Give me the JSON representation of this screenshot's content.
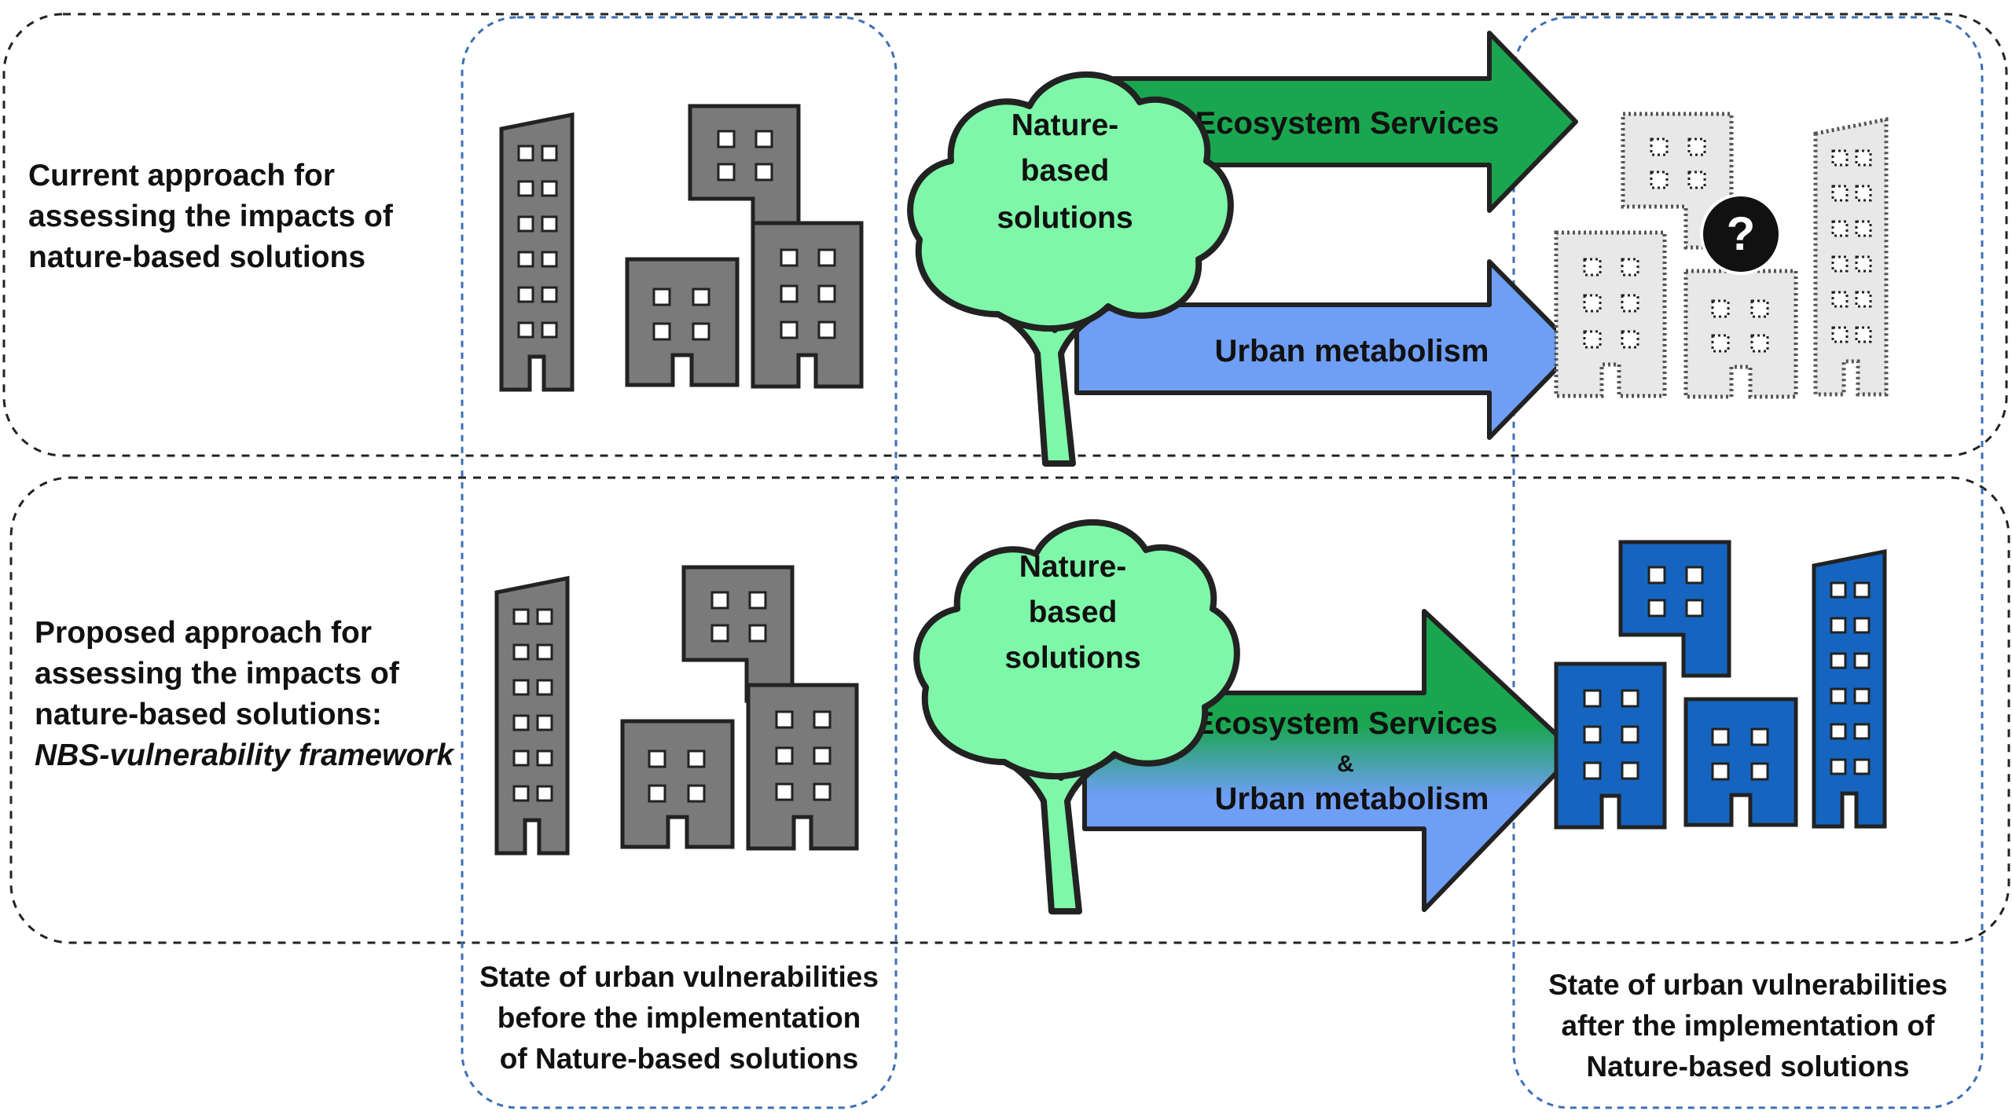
{
  "rows": {
    "current": {
      "label_lines": [
        "Current approach for",
        "assessing the impacts of",
        "nature-based solutions"
      ],
      "tree_lines": [
        "Nature-",
        "based",
        "solutions"
      ],
      "arrow_ecosystem": "Ecosystem Services",
      "arrow_metabolism": "Urban metabolism",
      "outcome_symbol": "?"
    },
    "proposed": {
      "label_lines": [
        "Proposed approach for",
        "assessing the impacts of",
        "nature-based solutions:"
      ],
      "label_italic": "NBS-vulnerability framework",
      "tree_lines": [
        "Nature-",
        "based",
        "solutions"
      ],
      "arrow_ecosystem": "Ecosystem Services",
      "arrow_ampersand": "&",
      "arrow_metabolism": "Urban metabolism"
    }
  },
  "captions": {
    "before_lines": [
      "State of urban vulnerabilities",
      "before the implementation",
      "of Nature-based solutions"
    ],
    "after_lines": [
      "State of urban vulnerabilities",
      "after the implementation of",
      "Nature-based solutions"
    ]
  },
  "colors": {
    "building_gray": "#7a7a7a",
    "building_faded": "#e8e8e8",
    "building_blue": "#1565c0",
    "tree_fill": "#7ef7a8",
    "arrow_green": "#1aa64f",
    "arrow_blue": "#6f9ef5",
    "outline_dark": "#222222",
    "column_dash": "#3d6fb5"
  }
}
